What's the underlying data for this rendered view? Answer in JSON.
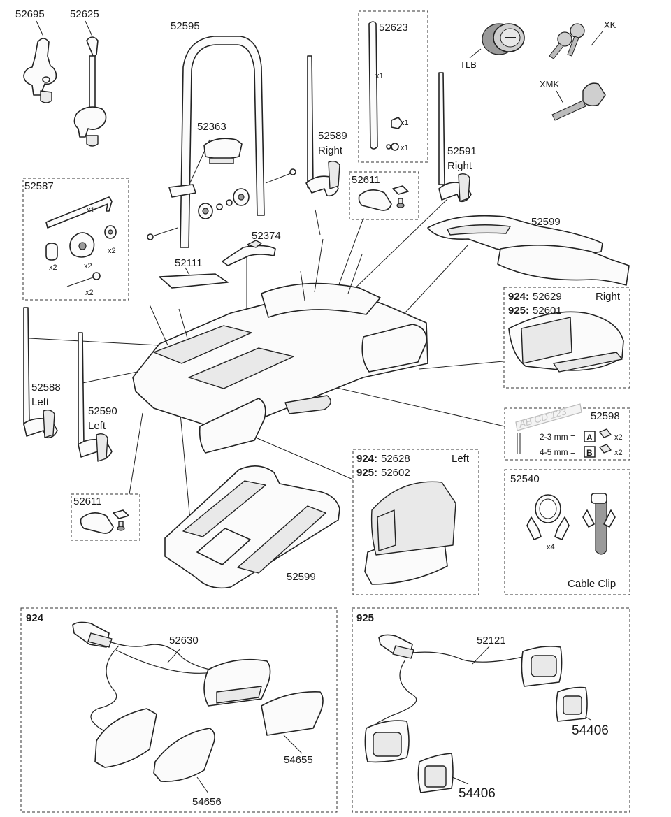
{
  "labels": {
    "p52695": "52695",
    "p52625": "52625",
    "p52595": "52595",
    "p52623": "52623",
    "tlb": "TLB",
    "xk": "XK",
    "xmk": "XMK",
    "p52363": "52363",
    "p52589": "52589",
    "right_52589": "Right",
    "p52591": "52591",
    "right_52591": "Right",
    "p52611_top": "52611",
    "p52587": "52587",
    "p52374": "52374",
    "p52599_top": "52599",
    "p52111": "52111",
    "s924_right": "924:",
    "p52629": "52629",
    "right_box": "Right",
    "s925_right": "925:",
    "p52601": "52601",
    "p52588": "52588",
    "left_52588": "Left",
    "p52590": "52590",
    "left_52590": "Left",
    "p52598": "52598",
    "plate_text": "AB CD 123",
    "mm23": "2-3 mm =",
    "mmA": "A",
    "mm45": "4-5 mm =",
    "mmB": "B",
    "s924_left": "924:",
    "p52628": "52628",
    "left_box": "Left",
    "s925_left": "925:",
    "p52602": "52602",
    "p52540": "52540",
    "cable_clip": "Cable Clip",
    "p52611_bottom": "52611",
    "p52599_bottom": "52599",
    "panel924": "924",
    "p52630": "52630",
    "p54655": "54655",
    "p54656": "54656",
    "panel925": "925",
    "p52121": "52121",
    "p54406_a": "54406",
    "p54406_b": "54406"
  },
  "quantities": {
    "q52623_a": "x1",
    "q52623_b": "x1",
    "q52623_c": "x1",
    "q52587_key": "x1",
    "q52587_knob": "x2",
    "q52587_washer": "x2",
    "q52587_spacer": "x2",
    "q52587_bolt": "x2",
    "q52598_a": "x2",
    "q52598_b": "x2",
    "q52540": "x4"
  }
}
